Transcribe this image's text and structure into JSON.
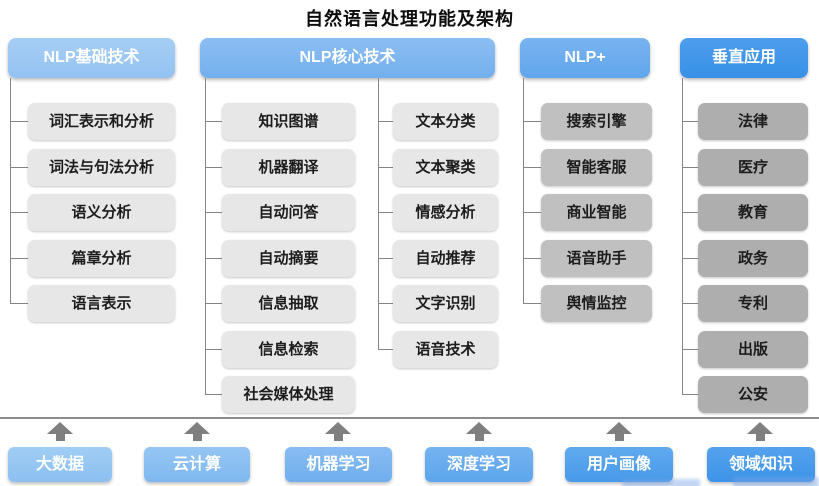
{
  "title": "自然语言处理功能及架构",
  "columns": [
    {
      "header": "NLP基础技术",
      "items": [
        "词汇表示和分析",
        "词法与句法分析",
        "语义分析",
        "篇章分析",
        "语言表示"
      ]
    },
    {
      "header": "NLP核心技术",
      "left": [
        "知识图谱",
        "机器翻译",
        "自动问答",
        "自动摘要",
        "信息抽取",
        "信息检索",
        "社会媒体处理"
      ],
      "right": [
        "文本分类",
        "文本聚类",
        "情感分析",
        "自动推荐",
        "文字识别",
        "语音技术"
      ]
    },
    {
      "header": "NLP+",
      "items": [
        "搜索引擎",
        "智能客服",
        "商业智能",
        "语音助手",
        "舆情监控"
      ]
    },
    {
      "header": "垂直应用",
      "items": [
        "法律",
        "医疗",
        "教育",
        "政务",
        "专利",
        "出版",
        "公安"
      ]
    }
  ],
  "foundation": [
    "大数据",
    "云计算",
    "机器学习",
    "深度学习",
    "用户画像",
    "领域知识"
  ],
  "colors": {
    "header_basic": "#94c2f1",
    "header_core": "#74afee",
    "header_plus": "#60a6ec",
    "header_vertical": "#3790e8",
    "item_light_gray": "#e7e7e7",
    "item_gray_plus": "#c0c0c0",
    "item_gray_vertical": "#aeaeae",
    "foundation_blues": [
      "#96c8f3",
      "#8ac0f1",
      "#7cb7f0",
      "#68adee",
      "#52a3ec",
      "#459bea"
    ],
    "connector_gray": "#858585",
    "arrow_gray": "#7f7f7f"
  }
}
